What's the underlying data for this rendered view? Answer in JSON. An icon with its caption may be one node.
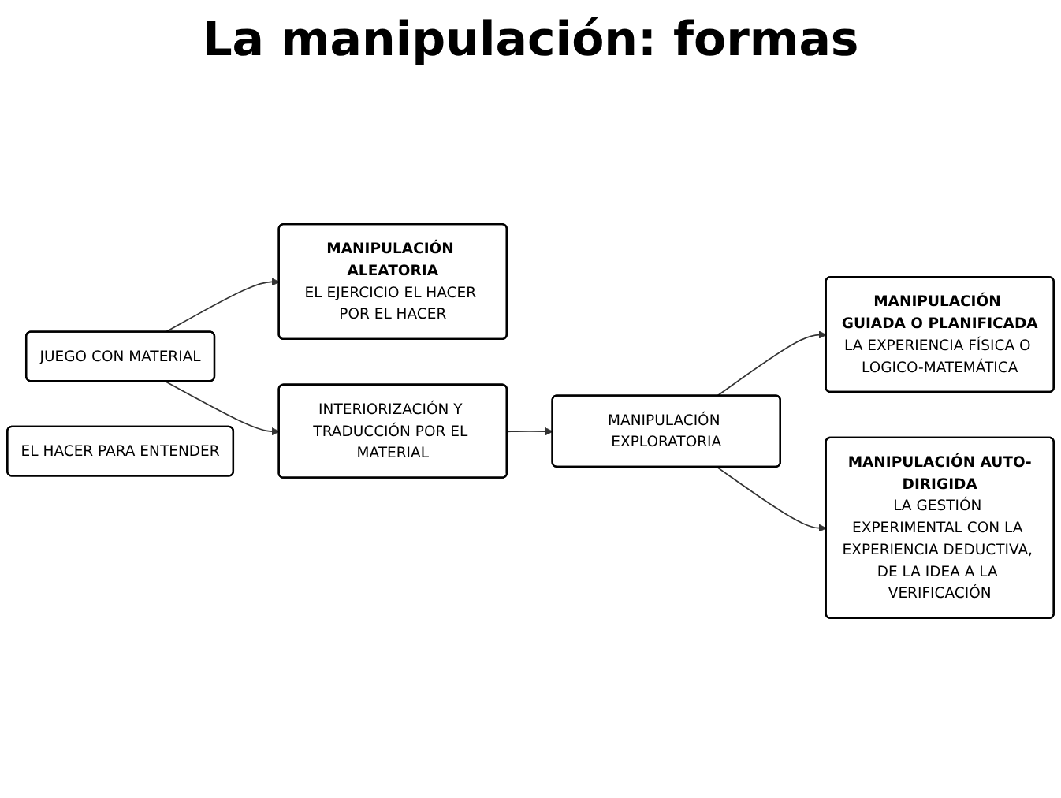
{
  "diagram": {
    "title": "La manipulación: formas",
    "nodes": [
      {
        "text": [
          "JUEGO CON MATERIAL"
        ]
      },
      {
        "text": [
          "MANIPULACIÓN ALEATORIA",
          "EL EJERCICIO EL HACER POR EL HACER"
        ]
      },
      {
        "text": [
          "MANIPULACIÓN GUIADA O PLANIFICADA",
          "LA EXPERIENCIA FÍSICA O LOGICO-MATEMÁTICA"
        ]
      },
      {
        "text": [
          "INTERIORIZACIÓN Y TRADUCCIÓN POR EL MATERIAL"
        ]
      },
      {
        "text": [
          "MANIPULACIÓN EXPLORATORIA"
        ]
      },
      {
        "text": [
          "EL HACER PARA ENTENDER"
        ]
      },
      {
        "text": [
          "MANIPULACIÓN AUTO-DIRIGIDA",
          "LA GESTIÓN EXPERIMENTAL CON LA EXPERIENCIA DEDUCTIVA, DE LA IDEA A LA VERIFICACIÓN"
        ]
      }
    ],
    "edges": [
      {
        "from": 0,
        "to": 1,
        "arrow": "to"
      },
      {
        "from": 0,
        "to": 3,
        "arrow": "to"
      },
      {
        "from": 3,
        "to": 4,
        "arrow": "to"
      },
      {
        "from": 4,
        "to": 2,
        "arrow": "to"
      },
      {
        "from": 4,
        "to": 6,
        "arrow": "to"
      }
    ]
  }
}
